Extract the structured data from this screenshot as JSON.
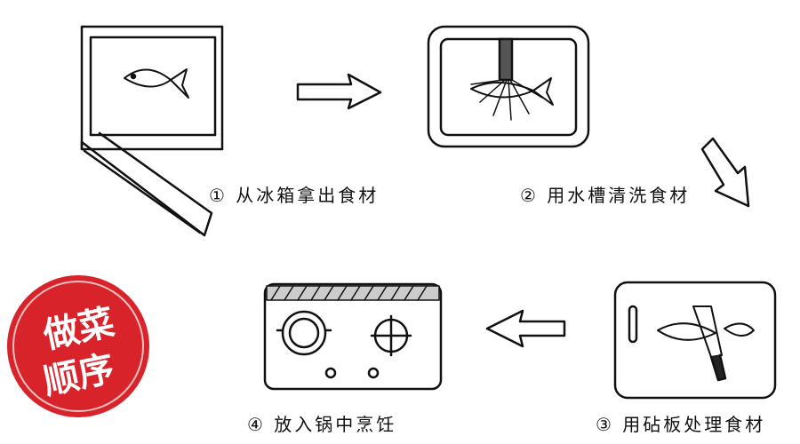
{
  "steps": [
    {
      "label": "① 从冰箱拿出食材"
    },
    {
      "label": "② 用水槽清洗食材"
    },
    {
      "label": "③ 用砧板处理食材"
    },
    {
      "label": "④ 放入锅中烹饪"
    }
  ],
  "stamp": {
    "line1": "做菜",
    "line2": "顺序",
    "color": "#d8232a"
  }
}
